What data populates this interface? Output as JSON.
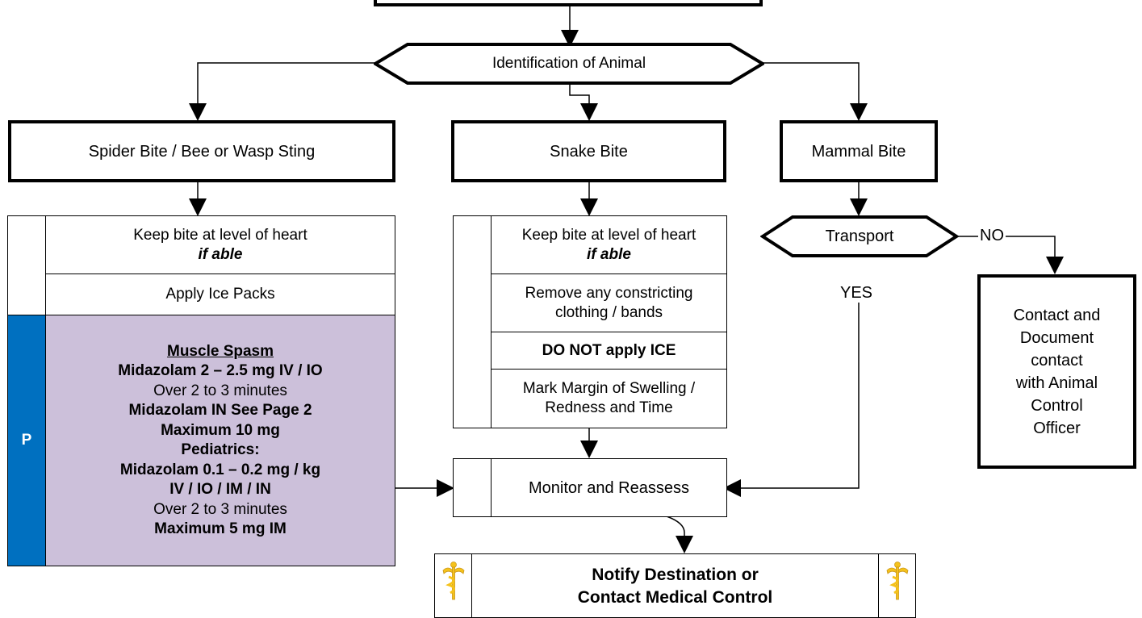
{
  "decision_identify": "Identification of Animal",
  "spider": {
    "title": "Spider Bite / Bee or Wasp Sting",
    "step1_line1": "Keep bite at level of heart",
    "step1_line2": "if able",
    "step2": "Apply Ice Packs",
    "paramedic_tag": "P",
    "lines": [
      {
        "text": "Muscle Spasm",
        "style": "bold-underline"
      },
      {
        "text": "Midazolam 2 – 2.5 mg IV / IO",
        "style": "bold"
      },
      {
        "text": "Over 2 to 3 minutes",
        "style": "normal"
      },
      {
        "text": "Midazolam IN See Page 2",
        "style": "bold"
      },
      {
        "text": "Maximum 10 mg",
        "style": "bold"
      },
      {
        "text": "Pediatrics:",
        "style": "bold"
      },
      {
        "text": "Midazolam 0.1 – 0.2 mg / kg",
        "style": "bold"
      },
      {
        "text": "IV / IO / IM / IN",
        "style": "bold"
      },
      {
        "text": "Over 2 to 3 minutes",
        "style": "normal"
      },
      {
        "text": "Maximum 5 mg IM",
        "style": "bold"
      }
    ]
  },
  "snake": {
    "title": "Snake Bite",
    "step1_line1": "Keep bite at level of heart",
    "step1_line2": "if able",
    "step2_line1": "Remove any constricting",
    "step2_line2": "clothing / bands",
    "step3": "DO NOT apply ICE",
    "step4_line1": "Mark Margin of Swelling /",
    "step4_line2": "Redness and Time"
  },
  "mammal": {
    "title": "Mammal Bite",
    "decision": "Transport",
    "no_label": "NO",
    "yes_label": "YES",
    "contact_lines": [
      "Contact and",
      "Document",
      "contact",
      "with Animal",
      "Control",
      "Officer"
    ]
  },
  "monitor": "Monitor and Reassess",
  "notify_line1": "Notify Destination or",
  "notify_line2": "Contact Medical Control",
  "colors": {
    "paramedic_blue": "#0070C0",
    "paramedic_panel": "#CCC0DA",
    "caduceus_gold": "#F5C21B"
  }
}
